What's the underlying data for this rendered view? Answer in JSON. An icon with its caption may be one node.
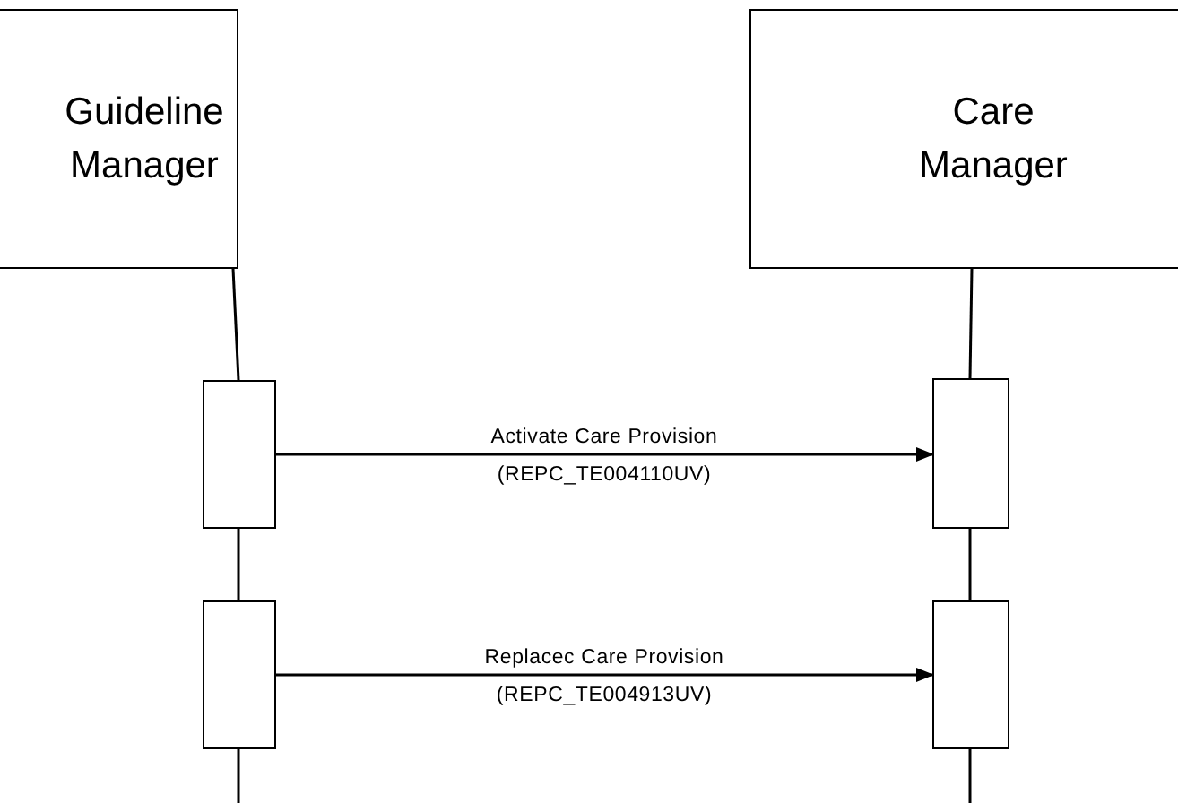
{
  "diagram": {
    "nodes": [
      {
        "text": [
          "Guideline Manager"
        ]
      },
      {
        "text": [
          "Care Manager"
        ]
      },
      {
        "text": [],
        "shape": "box"
      },
      {
        "text": [],
        "shape": "box"
      },
      {
        "text": [],
        "shape": "box"
      },
      {
        "text": [],
        "shape": "box"
      }
    ],
    "edges": [
      {
        "from": 0,
        "to": 2,
        "arrow": "none"
      },
      {
        "from": 1,
        "to": 3,
        "arrow": "none"
      },
      {
        "from": 2,
        "to": 3,
        "arrow": "to",
        "label": "Activate Care Provision (REPC_TE004110UV)"
      },
      {
        "from": 2,
        "to": 4,
        "arrow": "none"
      },
      {
        "from": 3,
        "to": 5,
        "arrow": "none"
      },
      {
        "from": 4,
        "to": 5,
        "arrow": "to",
        "label": "Replacec Care Provision (REPC_TE004913UV)"
      },
      {
        "from": 4,
        "to": null,
        "arrow": "none"
      },
      {
        "from": 5,
        "to": null,
        "arrow": "none"
      }
    ]
  }
}
